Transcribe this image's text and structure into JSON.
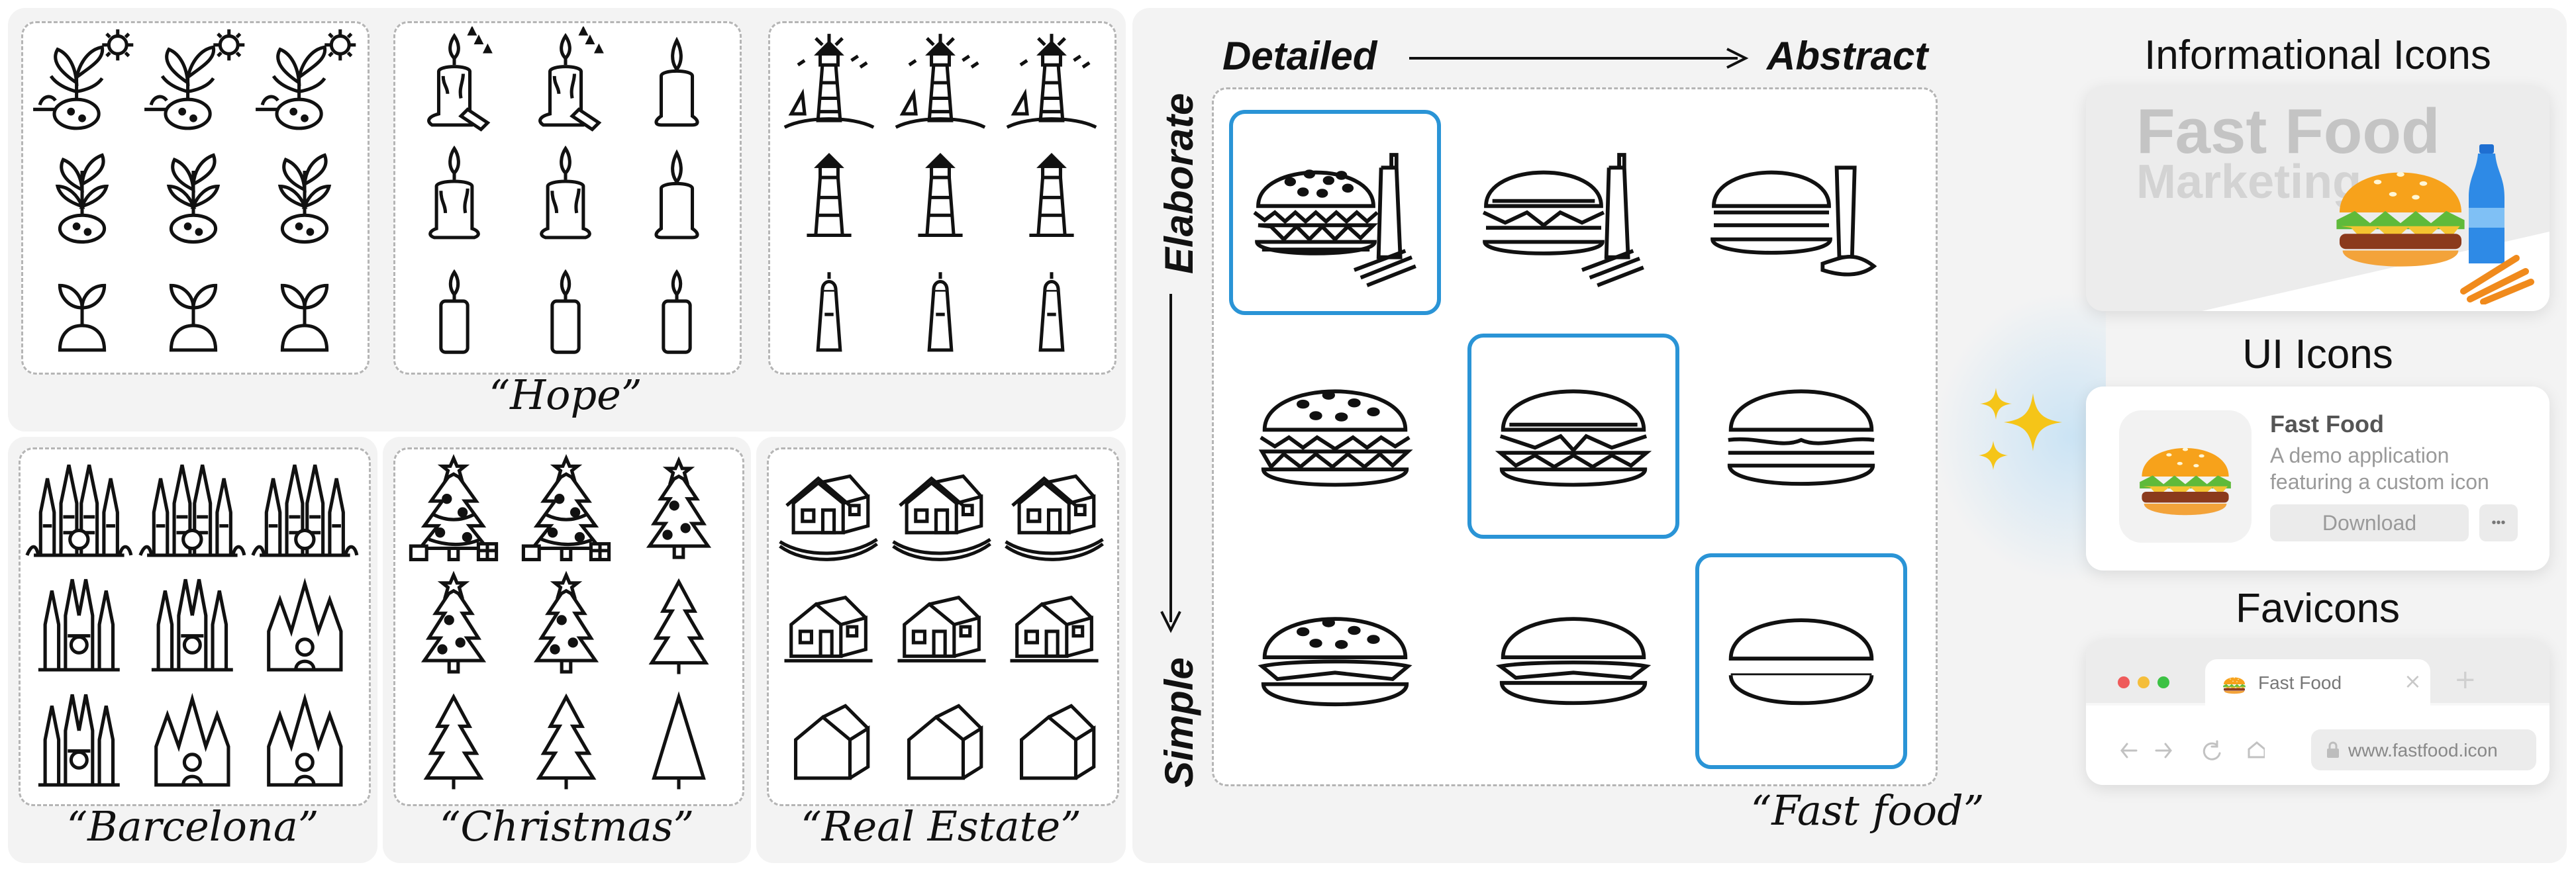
{
  "captions": {
    "hope": "“Hope”",
    "barcelona": "“Barcelona”",
    "christmas": "“Christmas”",
    "real_estate": "“Real Estate”",
    "fast_food": "“Fast food”"
  },
  "axes": {
    "detailed": "Detailed",
    "abstract": "Abstract",
    "elaborate": "Elaborate",
    "simple": "Simple"
  },
  "right": {
    "informational_title": "Informational Icons",
    "marketing_line1": "Fast Food",
    "marketing_line2": "Marketing",
    "ui_title": "UI Icons",
    "app_name": "Fast Food",
    "app_desc_line1": "A demo application",
    "app_desc_line2": "featuring a custom icon",
    "download_label": "Download",
    "more_label": "•••",
    "favicons_title": "Favicons",
    "tab_label": "Fast Food",
    "tab_close": "×",
    "tab_new": "+",
    "url": "www.fastfood.icon"
  },
  "colors": {
    "selection": "#2a94d6",
    "panel": "#f3f3f3",
    "sparkle": "#f5c518"
  }
}
